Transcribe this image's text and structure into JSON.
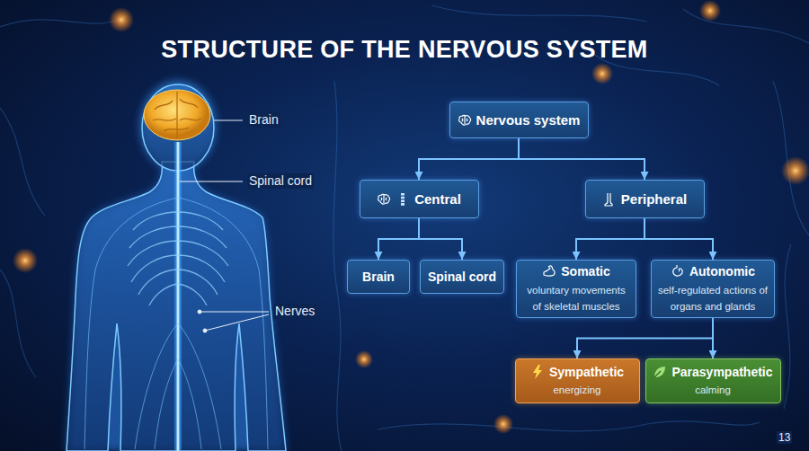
{
  "diagram": {
    "title": "STRUCTURE OF THE NERVOUS SYSTEM",
    "nodes": [
      {
        "text": [
          "Nervous system"
        ]
      },
      {
        "text": [
          "Central"
        ]
      },
      {
        "text": [
          "Peripheral"
        ]
      },
      {
        "text": [
          "Brain"
        ]
      },
      {
        "text": [
          "Spinal cord"
        ]
      },
      {
        "text": [
          "Somatic",
          "voluntary movements of skeletal muscles"
        ]
      },
      {
        "text": [
          "Autonomic",
          "self-regulated actions of organs and glands"
        ]
      },
      {
        "text": [
          "Sympathetic",
          "energizing"
        ]
      },
      {
        "text": [
          "Parasympathetic",
          "calming"
        ]
      }
    ],
    "edges": [
      {
        "from": 0,
        "to": 1,
        "arrow": "to"
      },
      {
        "from": 0,
        "to": 2,
        "arrow": "to"
      },
      {
        "from": 1,
        "to": 3,
        "arrow": "to"
      },
      {
        "from": 1,
        "to": 4,
        "arrow": "to"
      },
      {
        "from": 2,
        "to": 5,
        "arrow": "to"
      },
      {
        "from": 2,
        "to": 6,
        "arrow": "to"
      },
      {
        "from": 6,
        "to": 7,
        "arrow": "to"
      },
      {
        "from": 6,
        "to": 8,
        "arrow": "to"
      }
    ],
    "labels": [
      "Brain",
      "Spinal cord",
      "Nerves",
      "13"
    ]
  }
}
